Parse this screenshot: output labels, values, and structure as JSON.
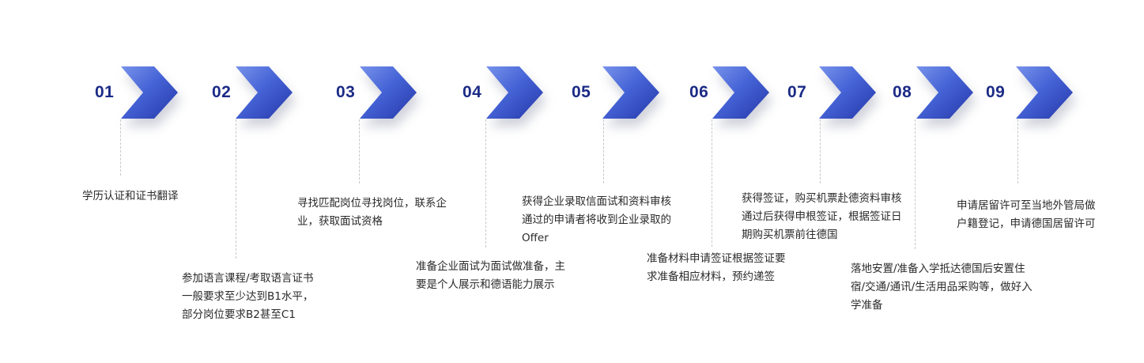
{
  "colors": {
    "number": "#1c2b86",
    "chevron_light": "#6f8ae6",
    "chevron_dark": "#2a3fb3",
    "line": "#c8c8c8",
    "text": "#2a2a2a"
  },
  "steps": [
    {
      "number": "01",
      "icon": "chevron-right-icon",
      "text": "学历认证和证书翻译"
    },
    {
      "number": "02",
      "icon": "chevron-right-icon",
      "text": "参加语言课程/考取语言证书一般要求至少达到B1水平，部分岗位要求B2甚至C1"
    },
    {
      "number": "03",
      "icon": "chevron-right-icon",
      "text": "寻找匹配岗位寻找岗位，联系企业，获取面试资格"
    },
    {
      "number": "04",
      "icon": "chevron-right-icon",
      "text": "准备企业面试为面试做准备，主要是个人展示和德语能力展示"
    },
    {
      "number": "05",
      "icon": "chevron-right-icon",
      "text": "获得企业录取信面试和资料审核通过的申请者将收到企业录取的Offer"
    },
    {
      "number": "06",
      "icon": "chevron-right-icon",
      "text": "准备材料申请签证根据签证要求准备相应材料，预约递签"
    },
    {
      "number": "07",
      "icon": "chevron-right-icon",
      "text": "获得签证，购买机票赴德资料审核通过后获得申根签证，根据签证日期购买机票前往德国"
    },
    {
      "number": "08",
      "icon": "chevron-right-icon",
      "text": " 落地安置/准备入学抵达德国后安置住宿/交通/通讯/生活用品采购等，做好入学准备"
    },
    {
      "number": "09",
      "icon": "chevron-right-icon",
      "text": "申请居留许可至当地外管局做户籍登记，申请德国居留许可"
    }
  ]
}
